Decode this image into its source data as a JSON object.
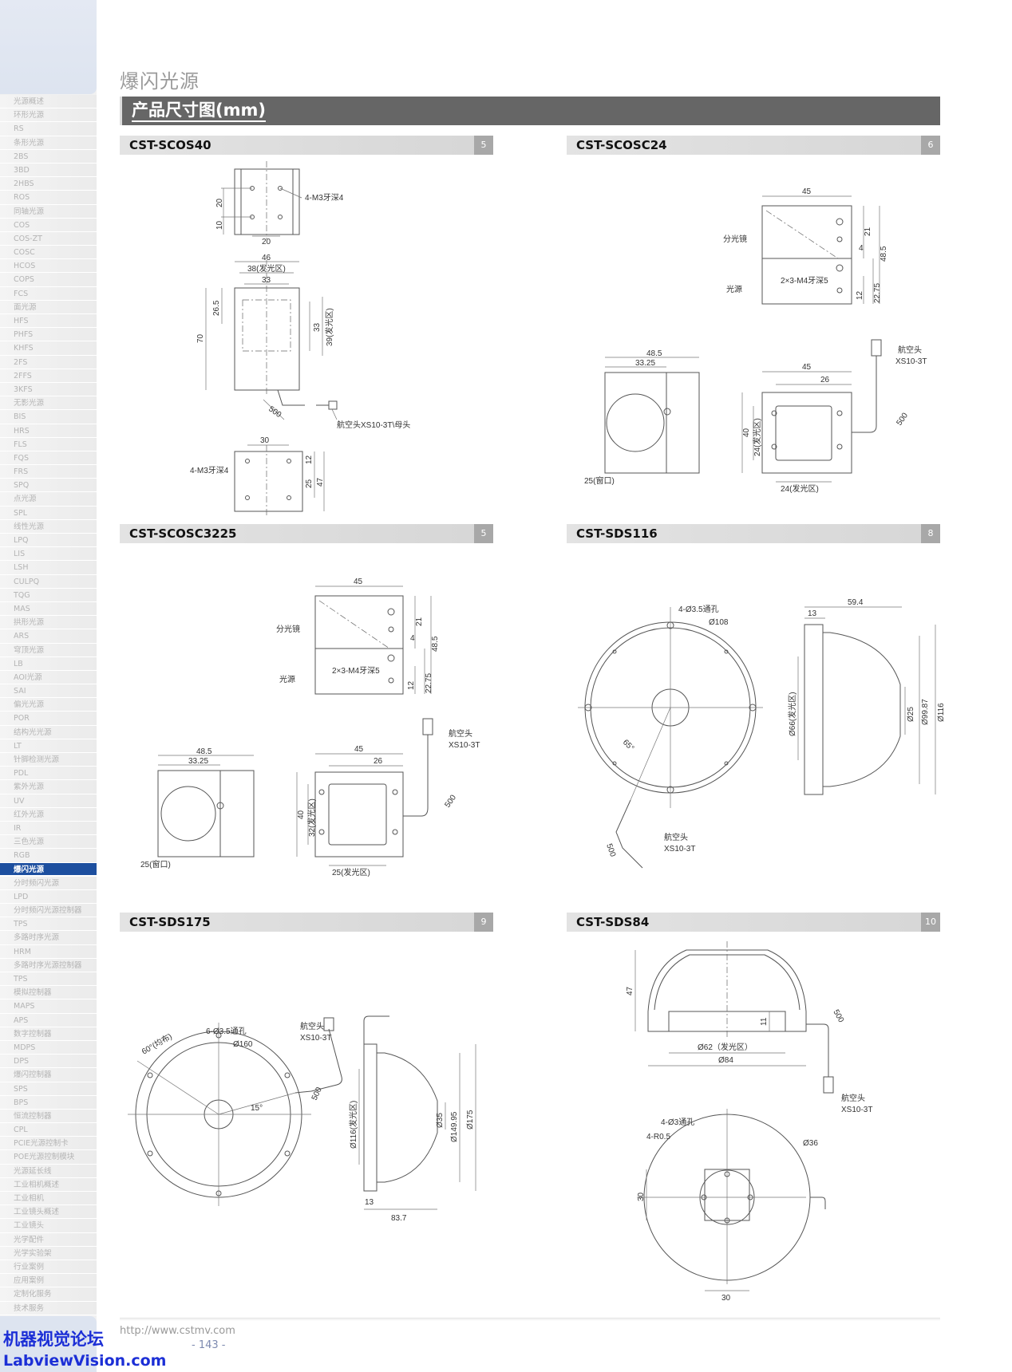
{
  "sidebar": {
    "active_index": 56,
    "items": [
      "光源概述",
      "环形光源",
      "RS",
      "条形光源",
      "2BS",
      "3BD",
      "2HBS",
      "ROS",
      "同轴光源",
      "COS",
      "COS-ZT",
      "COSC",
      "HCOS",
      "COPS",
      "FCS",
      "面光源",
      "HFS",
      "PHFS",
      "KHFS",
      "2FS",
      "2FFS",
      "3KFS",
      "无影光源",
      "BIS",
      "HRS",
      "FLS",
      "FQS",
      "FRS",
      "SPQ",
      "点光源",
      "SPL",
      "线性光源",
      "LPQ",
      "LIS",
      "LSH",
      "CULPQ",
      "TQG",
      "MAS",
      "拱形光源",
      "ARS",
      "穹顶光源",
      "LB",
      "AOI光源",
      "SAI",
      "偏光光源",
      "POR",
      "结构光光源",
      "LT",
      "针脚检测光源",
      "PDL",
      "紫外光源",
      "UV",
      "红外光源",
      "IR",
      "三色光源",
      "RGB",
      "爆闪光源",
      "分时频闪光源",
      "LPD",
      "分时频闪光源控制器",
      "TPS",
      "多路时序光源",
      "HRM",
      "多路时序光源控制器",
      "TPS",
      "模拟控制器",
      "MAPS",
      "APS",
      "数字控制器",
      "MDPS",
      "DPS",
      "爆闪控制器",
      "SPS",
      "BPS",
      "恒流控制器",
      "CPL",
      "PCIE光源控制卡",
      "POE光源控制模块",
      "光源延长线",
      "工业相机概述",
      "工业相机",
      "工业镜头概述",
      "工业镜头",
      "光学配件",
      "光学实验架",
      "行业案例",
      "应用案例",
      "定制化服务",
      "技术服务"
    ]
  },
  "page_title": "爆闪光源",
  "section_title": "产品尺寸图(mm)",
  "panels": [
    {
      "model": "CST-SCOS40",
      "badge": "5",
      "labels": {
        "hole": "4-M3牙深4",
        "d20a": "20",
        "d10": "10",
        "d20b": "20",
        "d46": "46",
        "d38": "38(发光区)",
        "d33a": "33",
        "d26": "26.5",
        "d70": "70",
        "d33b": "33",
        "d39": "39(发光区)",
        "d500": "500",
        "conn": "航空头XS10-3T\\母头",
        "d30": "30",
        "hole2": "4-M3牙深4",
        "d12": "12",
        "d25": "25",
        "d47": "47"
      }
    },
    {
      "model": "CST-SCOSC24",
      "badge": "6",
      "labels": {
        "d45": "45",
        "split": "分光镜",
        "d4": "4",
        "d21": "21",
        "d485": "48.5",
        "thread": "2×3-M4牙深5",
        "src": "光源",
        "d12": "12",
        "d2275": "22.75",
        "b485": "48.5",
        "b3325": "33.25",
        "win": "25(窗口)",
        "c45": "45",
        "c26": "26",
        "conn1": "航空头",
        "conn2": "XS10-3T",
        "c40": "40",
        "c24v": "24(发光区)",
        "c24h": "24(发光区)",
        "c500": "500"
      }
    },
    {
      "model": "CST-SCOSC3225",
      "badge": "5",
      "labels": {
        "d45": "45",
        "split": "分光镜",
        "d4": "4",
        "d21": "21",
        "d485": "48.5",
        "thread": "2×3-M4牙深5",
        "src": "光源",
        "d12": "12",
        "d2275": "22.75",
        "b485": "48.5",
        "b3325": "33.25",
        "win": "25(窗口)",
        "c45": "45",
        "c26": "26",
        "conn1": "航空头",
        "conn2": "XS10-3T",
        "c40": "40",
        "c32v": "32(发光区)",
        "c25h": "25(发光区)",
        "c500": "500"
      }
    },
    {
      "model": "CST-SDS116",
      "badge": "8",
      "labels": {
        "holes": "4-Ø3.5通孔",
        "d108": "Ø108",
        "ang": "65°",
        "conn1": "航空头",
        "conn2": "XS10-3T",
        "d500": "500",
        "d594": "59.4",
        "d13": "13",
        "d66": "Ø66(发光区)",
        "d25": "Ø25",
        "d9987": "Ø99.87",
        "d116": "Ø116"
      }
    },
    {
      "model": "CST-SDS175",
      "badge": "9",
      "labels": {
        "ang60": "60°(均布)",
        "holes": "6-Ø3.5通孔",
        "d160": "Ø160",
        "conn1": "航空头",
        "conn2": "XS10-3T",
        "d500": "500",
        "ang15": "15°",
        "d116": "Ø116(发光区)",
        "d35": "Ø35",
        "d14995": "Ø149.95",
        "d175": "Ø175",
        "d13": "13",
        "d837": "83.7"
      }
    },
    {
      "model": "CST-SDS84",
      "badge": "10",
      "labels": {
        "d47": "47",
        "d11": "11",
        "d500": "500",
        "d62": "Ø62（发光区）",
        "d84": "Ø84",
        "conn1": "航空头",
        "conn2": "XS10-3T",
        "holes": "4-Ø3通孔",
        "r05": "4-R0.5",
        "d36": "Ø36",
        "d30v": "30",
        "d30h": "30"
      }
    }
  ],
  "footer": {
    "url": "http://www.cstmv.com",
    "page": "- 143 -"
  },
  "watermark": {
    "line1": "机器视觉论坛",
    "line2": "LabviewVision.com"
  }
}
